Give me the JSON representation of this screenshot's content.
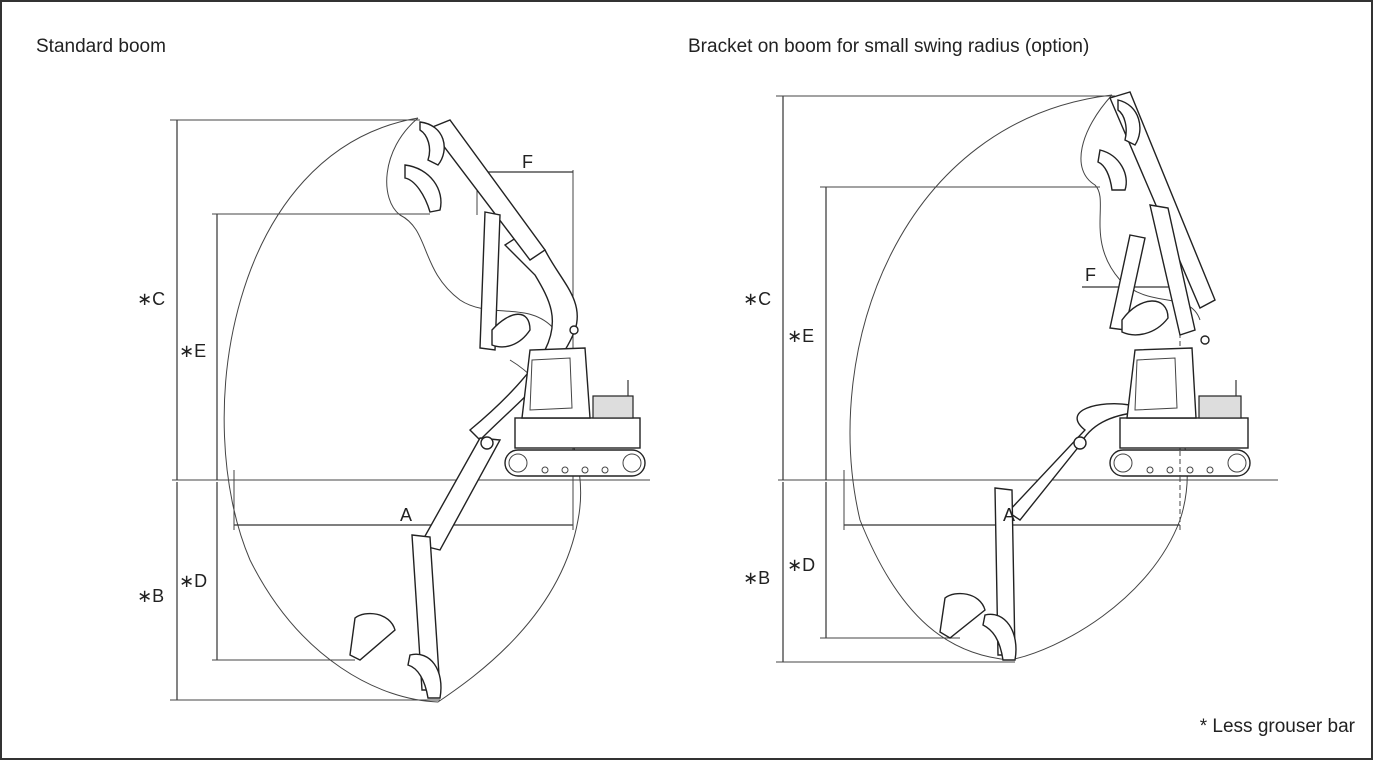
{
  "titles": {
    "left": "Standard boom",
    "right": "Bracket on boom for small swing radius (option)"
  },
  "footnote": "* Less grouser bar",
  "dimension_labels": {
    "a": "A",
    "b": "∗B",
    "c": "∗C",
    "d": "∗D",
    "e": "∗E",
    "f": "F"
  }
}
